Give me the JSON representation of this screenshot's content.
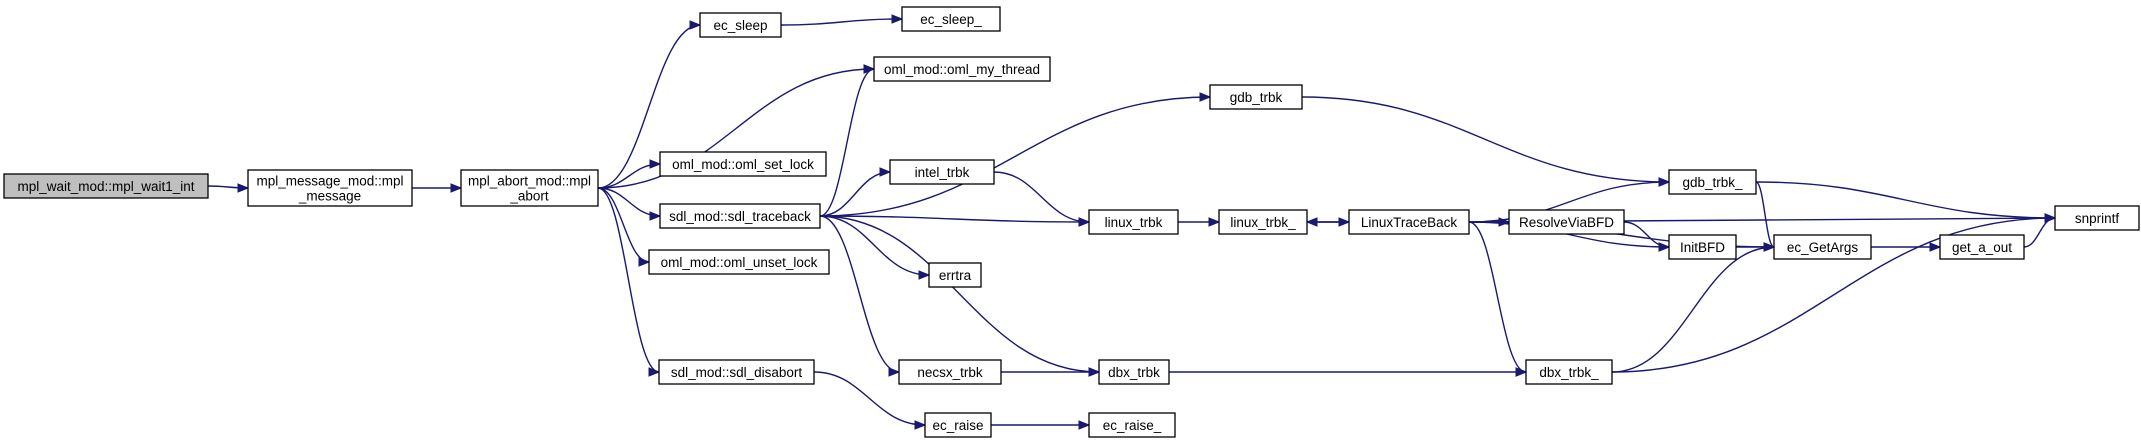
{
  "graph": {
    "nodes": [
      {
        "id": "mpl_wait1_int",
        "lines": [
          "mpl_wait_mod::mpl_wait1_int"
        ],
        "highlighted": true
      },
      {
        "id": "mpl_message",
        "lines": [
          "mpl_message_mod::mpl",
          "_message"
        ]
      },
      {
        "id": "mpl_abort",
        "lines": [
          "mpl_abort_mod::mpl",
          "_abort"
        ]
      },
      {
        "id": "ec_sleep",
        "lines": [
          "ec_sleep"
        ]
      },
      {
        "id": "ec_sleep_",
        "lines": [
          "ec_sleep_"
        ]
      },
      {
        "id": "oml_my_thread",
        "lines": [
          "oml_mod::oml_my_thread"
        ]
      },
      {
        "id": "oml_set_lock",
        "lines": [
          "oml_mod::oml_set_lock"
        ]
      },
      {
        "id": "sdl_traceback",
        "lines": [
          "sdl_mod::sdl_traceback"
        ]
      },
      {
        "id": "oml_unset_lock",
        "lines": [
          "oml_mod::oml_unset_lock"
        ]
      },
      {
        "id": "sdl_disabort",
        "lines": [
          "sdl_mod::sdl_disabort"
        ]
      },
      {
        "id": "gdb_trbk",
        "lines": [
          "gdb_trbk"
        ]
      },
      {
        "id": "intel_trbk",
        "lines": [
          "intel_trbk"
        ]
      },
      {
        "id": "linux_trbk",
        "lines": [
          "linux_trbk"
        ]
      },
      {
        "id": "errtra",
        "lines": [
          "errtra"
        ]
      },
      {
        "id": "necsx_trbk",
        "lines": [
          "necsx_trbk"
        ]
      },
      {
        "id": "dbx_trbk",
        "lines": [
          "dbx_trbk"
        ]
      },
      {
        "id": "ec_raise",
        "lines": [
          "ec_raise"
        ]
      },
      {
        "id": "ec_raise_",
        "lines": [
          "ec_raise_"
        ]
      },
      {
        "id": "linux_trbk_",
        "lines": [
          "linux_trbk_"
        ]
      },
      {
        "id": "LinuxTraceBack",
        "lines": [
          "LinuxTraceBack"
        ]
      },
      {
        "id": "ResolveViaBFD",
        "lines": [
          "ResolveViaBFD"
        ]
      },
      {
        "id": "InitBFD",
        "lines": [
          "InitBFD"
        ]
      },
      {
        "id": "gdb_trbk_",
        "lines": [
          "gdb_trbk_"
        ]
      },
      {
        "id": "dbx_trbk_",
        "lines": [
          "dbx_trbk_"
        ]
      },
      {
        "id": "ec_GetArgs",
        "lines": [
          "ec_GetArgs"
        ]
      },
      {
        "id": "get_a_out",
        "lines": [
          "get_a_out"
        ]
      },
      {
        "id": "snprintf",
        "lines": [
          "snprintf"
        ]
      }
    ],
    "edges": [
      {
        "from": "mpl_wait1_int",
        "to": "mpl_message"
      },
      {
        "from": "mpl_message",
        "to": "mpl_abort"
      },
      {
        "from": "mpl_abort",
        "to": "ec_sleep"
      },
      {
        "from": "mpl_abort",
        "to": "oml_my_thread"
      },
      {
        "from": "mpl_abort",
        "to": "oml_set_lock"
      },
      {
        "from": "mpl_abort",
        "to": "sdl_traceback"
      },
      {
        "from": "mpl_abort",
        "to": "oml_unset_lock"
      },
      {
        "from": "mpl_abort",
        "to": "sdl_disabort"
      },
      {
        "from": "ec_sleep",
        "to": "ec_sleep_"
      },
      {
        "from": "sdl_traceback",
        "to": "oml_my_thread"
      },
      {
        "from": "sdl_traceback",
        "to": "gdb_trbk"
      },
      {
        "from": "sdl_traceback",
        "to": "intel_trbk"
      },
      {
        "from": "sdl_traceback",
        "to": "linux_trbk"
      },
      {
        "from": "sdl_traceback",
        "to": "errtra"
      },
      {
        "from": "sdl_traceback",
        "to": "necsx_trbk"
      },
      {
        "from": "sdl_traceback",
        "to": "dbx_trbk"
      },
      {
        "from": "sdl_disabort",
        "to": "ec_raise"
      },
      {
        "from": "ec_raise",
        "to": "ec_raise_"
      },
      {
        "from": "gdb_trbk",
        "to": "gdb_trbk_"
      },
      {
        "from": "intel_trbk",
        "to": "linux_trbk"
      },
      {
        "from": "necsx_trbk",
        "to": "dbx_trbk"
      },
      {
        "from": "linux_trbk",
        "to": "linux_trbk_"
      },
      {
        "from": "linux_trbk_",
        "to": "LinuxTraceBack"
      },
      {
        "from": "LinuxTraceBack",
        "to": "linux_trbk_"
      },
      {
        "from": "LinuxTraceBack",
        "to": "snprintf"
      },
      {
        "from": "LinuxTraceBack",
        "to": "gdb_trbk_"
      },
      {
        "from": "LinuxTraceBack",
        "to": "ResolveViaBFD"
      },
      {
        "from": "LinuxTraceBack",
        "to": "InitBFD"
      },
      {
        "from": "LinuxTraceBack",
        "to": "ec_GetArgs"
      },
      {
        "from": "LinuxTraceBack",
        "to": "dbx_trbk_"
      },
      {
        "from": "ResolveViaBFD",
        "to": "InitBFD"
      },
      {
        "from": "InitBFD",
        "to": "ec_GetArgs"
      },
      {
        "from": "gdb_trbk_",
        "to": "ec_GetArgs"
      },
      {
        "from": "gdb_trbk_",
        "to": "snprintf"
      },
      {
        "from": "dbx_trbk",
        "to": "dbx_trbk_"
      },
      {
        "from": "dbx_trbk_",
        "to": "ec_GetArgs"
      },
      {
        "from": "dbx_trbk_",
        "to": "snprintf"
      },
      {
        "from": "ec_GetArgs",
        "to": "get_a_out"
      },
      {
        "from": "get_a_out",
        "to": "snprintf"
      }
    ]
  }
}
